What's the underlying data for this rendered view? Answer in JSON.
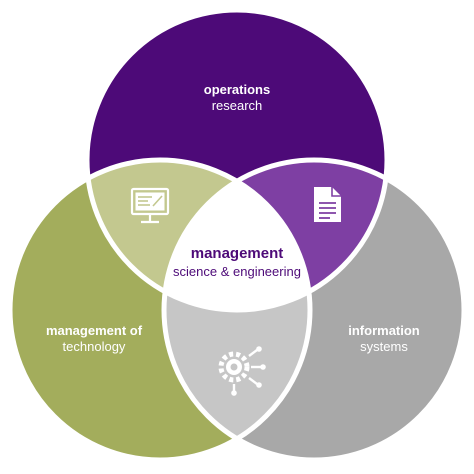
{
  "colors": {
    "operations": "#4d0a78",
    "technology": "#a3ad5c",
    "systems": "#a8a8a8",
    "ops_tech_overlap": "#c3c88f",
    "ops_sys_overlap": "#7e3fa3",
    "tech_sys_overlap": "#c6c6c6",
    "center": "#ffffff",
    "outline": "#ffffff",
    "center_bold_text": "#4d0a78",
    "center_text": "#4d0a78",
    "circle_text": "#ffffff"
  },
  "circles": {
    "top": {
      "bold": "operations",
      "regular": "research"
    },
    "left": {
      "bold": "management of",
      "regular": "technology"
    },
    "right": {
      "bold": "information",
      "regular": "systems"
    }
  },
  "center": {
    "bold": "management",
    "regular": "science & engineering"
  },
  "icons": {
    "ops_tech": "computer-monitor-icon",
    "ops_sys": "document-icon",
    "tech_sys": "gear-network-icon"
  }
}
